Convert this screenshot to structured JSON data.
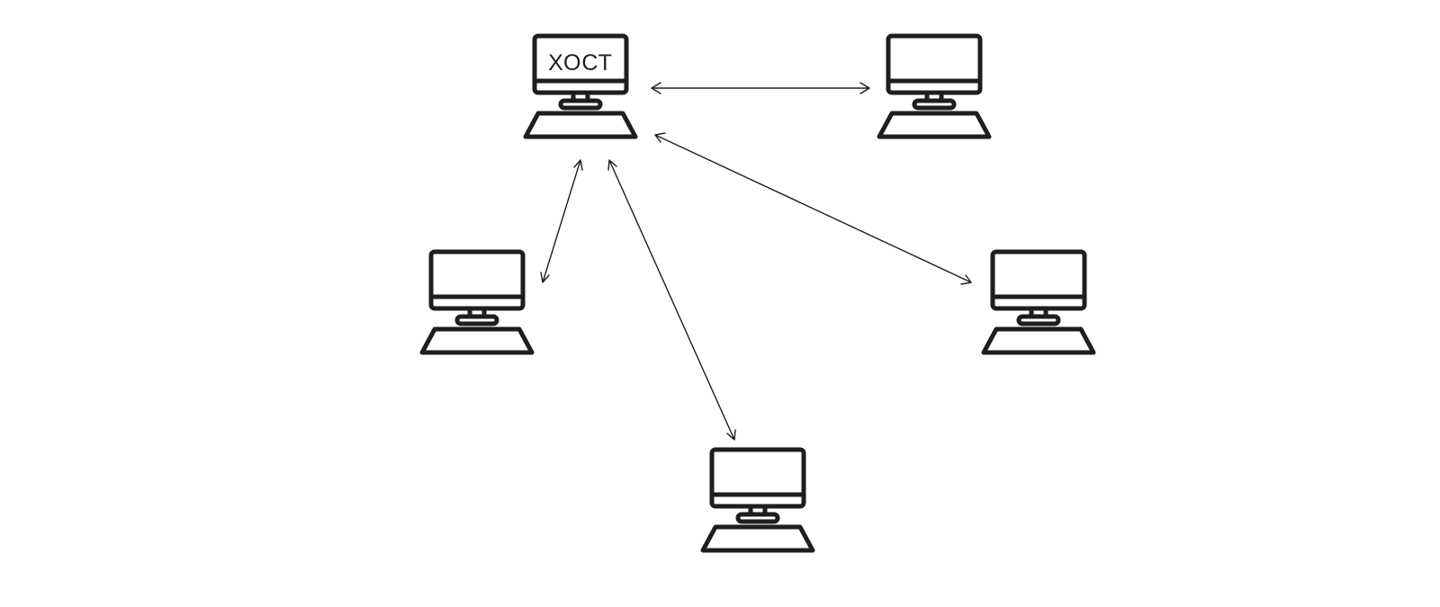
{
  "diagram": {
    "host_label": "ХОСТ",
    "nodes": [
      {
        "id": "host",
        "label": "ХОСТ"
      },
      {
        "id": "pc-top-right",
        "label": ""
      },
      {
        "id": "pc-left",
        "label": ""
      },
      {
        "id": "pc-right",
        "label": ""
      },
      {
        "id": "pc-bottom",
        "label": ""
      }
    ],
    "connections": [
      {
        "from": "host",
        "to": "pc-top-right",
        "style": "bidirectional-arrow"
      },
      {
        "from": "host",
        "to": "pc-left",
        "style": "bidirectional-arrow"
      },
      {
        "from": "host",
        "to": "pc-bottom",
        "style": "bidirectional-arrow"
      },
      {
        "from": "host",
        "to": "pc-right",
        "style": "bidirectional-arrow"
      }
    ],
    "colors": {
      "line": "#1e1e1e",
      "background": "#ffffff"
    }
  }
}
